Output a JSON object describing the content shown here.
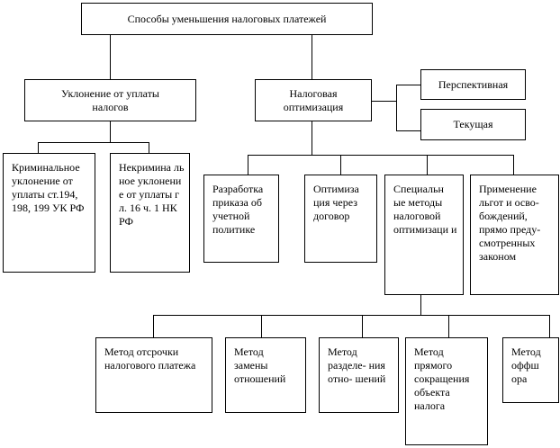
{
  "root": "Способы уменьшения налоговых платежей",
  "evasion": {
    "title": "Уклонение от уплаты налогов",
    "children": [
      "Криминальное уклонение от уплаты ст.194, 198, 199 УК РФ",
      "Некримина льное уклонение от уплаты гл. 16 ч. 1 НК РФ"
    ]
  },
  "optimization": {
    "title": "Налоговая оптимизация",
    "types": [
      "Перспективная",
      "Текущая"
    ],
    "children": [
      "Разработка приказа об учетной политике",
      "Оптимиза ция через договор",
      "Специальн ые методы налоговой оптимизаци и",
      "Применение льгот и осво- бождений, прямо преду- смотренных законом"
    ]
  },
  "special_methods": [
    "Метод отсрочки налогового платежа",
    "Метод замены отношений",
    "Метод разделе- ния отно- шений",
    "Метод прямого сокращения объекта налога",
    "Метод оффш ора"
  ]
}
